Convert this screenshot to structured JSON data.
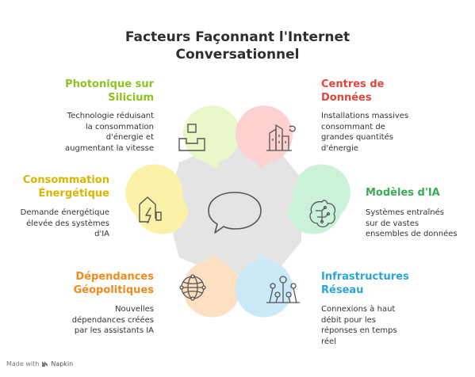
{
  "title": {
    "line1": "Facteurs Façonnant l'Internet",
    "line2": "Conversationnel"
  },
  "colors": {
    "hub": "#e4e4e4",
    "icon": "#555555",
    "photonique_fill": "#e9f7c9",
    "photonique_text": "#8dc21f",
    "centres_fill": "#fcd1d0",
    "centres_text": "#e0463c",
    "consommation_fill": "#fbf2a7",
    "consommation_text": "#d9b500",
    "modeles_fill": "#cbf1d8",
    "modeles_text": "#3aaa55",
    "dependances_fill": "#fde0c2",
    "dependances_text": "#f08a1c",
    "infra_fill": "#cbe9f7",
    "infra_text": "#2aa4d8"
  },
  "factors": {
    "photonique": {
      "heading": [
        "Photonique sur",
        "Silicium"
      ],
      "desc": [
        "Technologie réduisant",
        "la consommation",
        "d'énergie et",
        "augmentant la vitesse"
      ],
      "icon": "box-chart-icon"
    },
    "centres": {
      "heading": [
        "Centres de",
        "Données"
      ],
      "desc": [
        "Installations massives",
        "consommant de",
        "grandes quantités",
        "d'énergie"
      ],
      "icon": "factory-icon"
    },
    "consommation": {
      "heading": [
        "Consommation",
        "Énergétique"
      ],
      "desc": [
        "Demande énergétique",
        "élevée des systèmes",
        "d'IA"
      ],
      "icon": "house-lightning-icon"
    },
    "modeles": {
      "heading": [
        "Modèles d'IA"
      ],
      "desc": [
        "Systèmes entraînés",
        "sur de vastes",
        "ensembles de données"
      ],
      "icon": "brain-circuit-icon"
    },
    "dependances": {
      "heading": [
        "Dépendances",
        "Géopolitiques"
      ],
      "desc": [
        "Nouvelles",
        "dépendances créées",
        "par les assistants IA"
      ],
      "icon": "globe-network-icon"
    },
    "infra": {
      "heading": [
        "Infrastructures",
        "Réseau"
      ],
      "desc": [
        "Connexions à haut",
        "débit pour les",
        "réponses en temps",
        "réel"
      ],
      "icon": "network-nodes-icon"
    }
  },
  "center_icon": "speech-bubble-icon",
  "footer": {
    "made_with": "Made with",
    "brand": "Napkin"
  }
}
